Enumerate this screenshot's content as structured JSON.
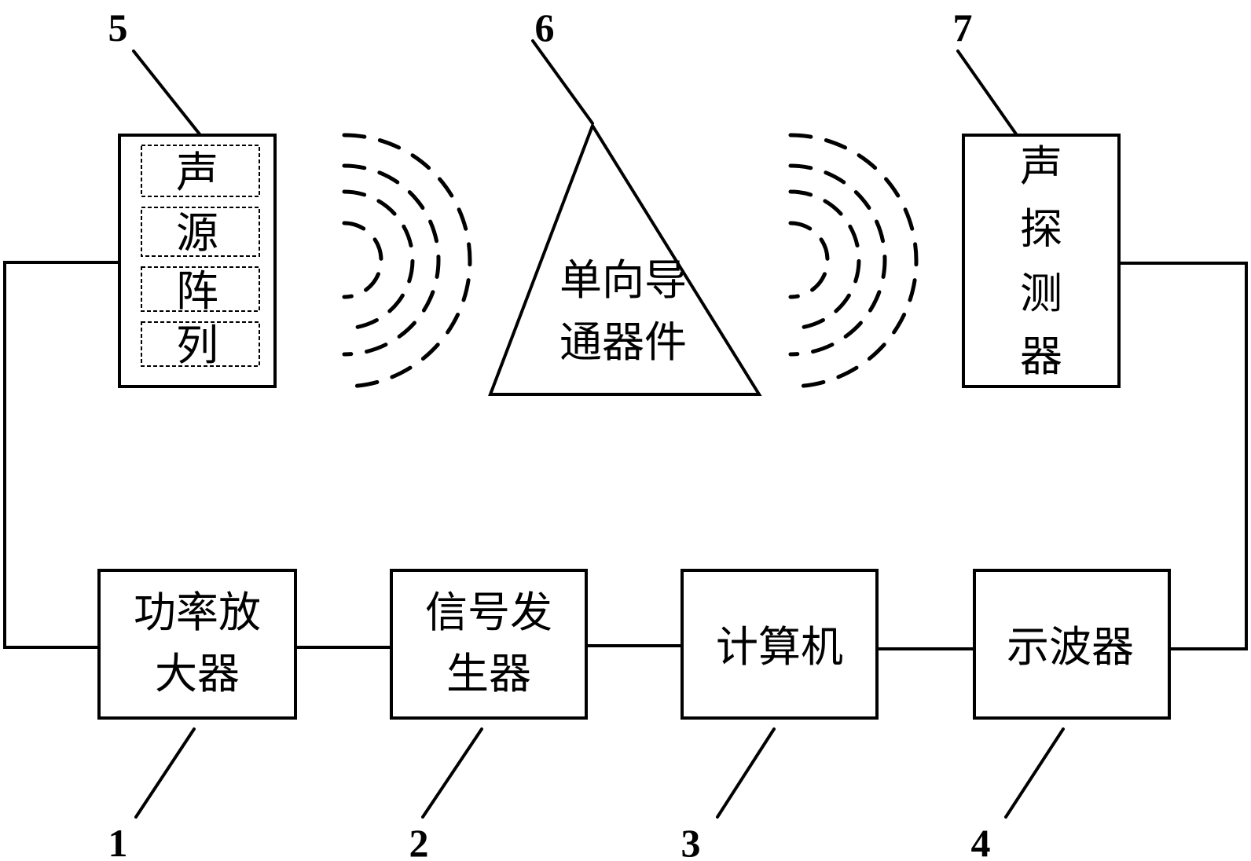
{
  "diagram": {
    "components": [
      {
        "id": "1",
        "lines": [
          "功率放",
          "大器"
        ]
      },
      {
        "id": "2",
        "lines": [
          "信号发",
          "生器"
        ]
      },
      {
        "id": "3",
        "lines": [
          "计算机"
        ]
      },
      {
        "id": "4",
        "lines": [
          "示波器"
        ]
      },
      {
        "id": "5",
        "chars": [
          "声",
          "源",
          "阵",
          "列"
        ]
      },
      {
        "id": "6",
        "lines": [
          "单向导",
          "通器件"
        ]
      },
      {
        "id": "7",
        "chars": [
          "声",
          "探",
          "测",
          "器"
        ]
      }
    ],
    "reference_numbers": [
      "1",
      "2",
      "3",
      "4",
      "5",
      "6",
      "7"
    ]
  }
}
